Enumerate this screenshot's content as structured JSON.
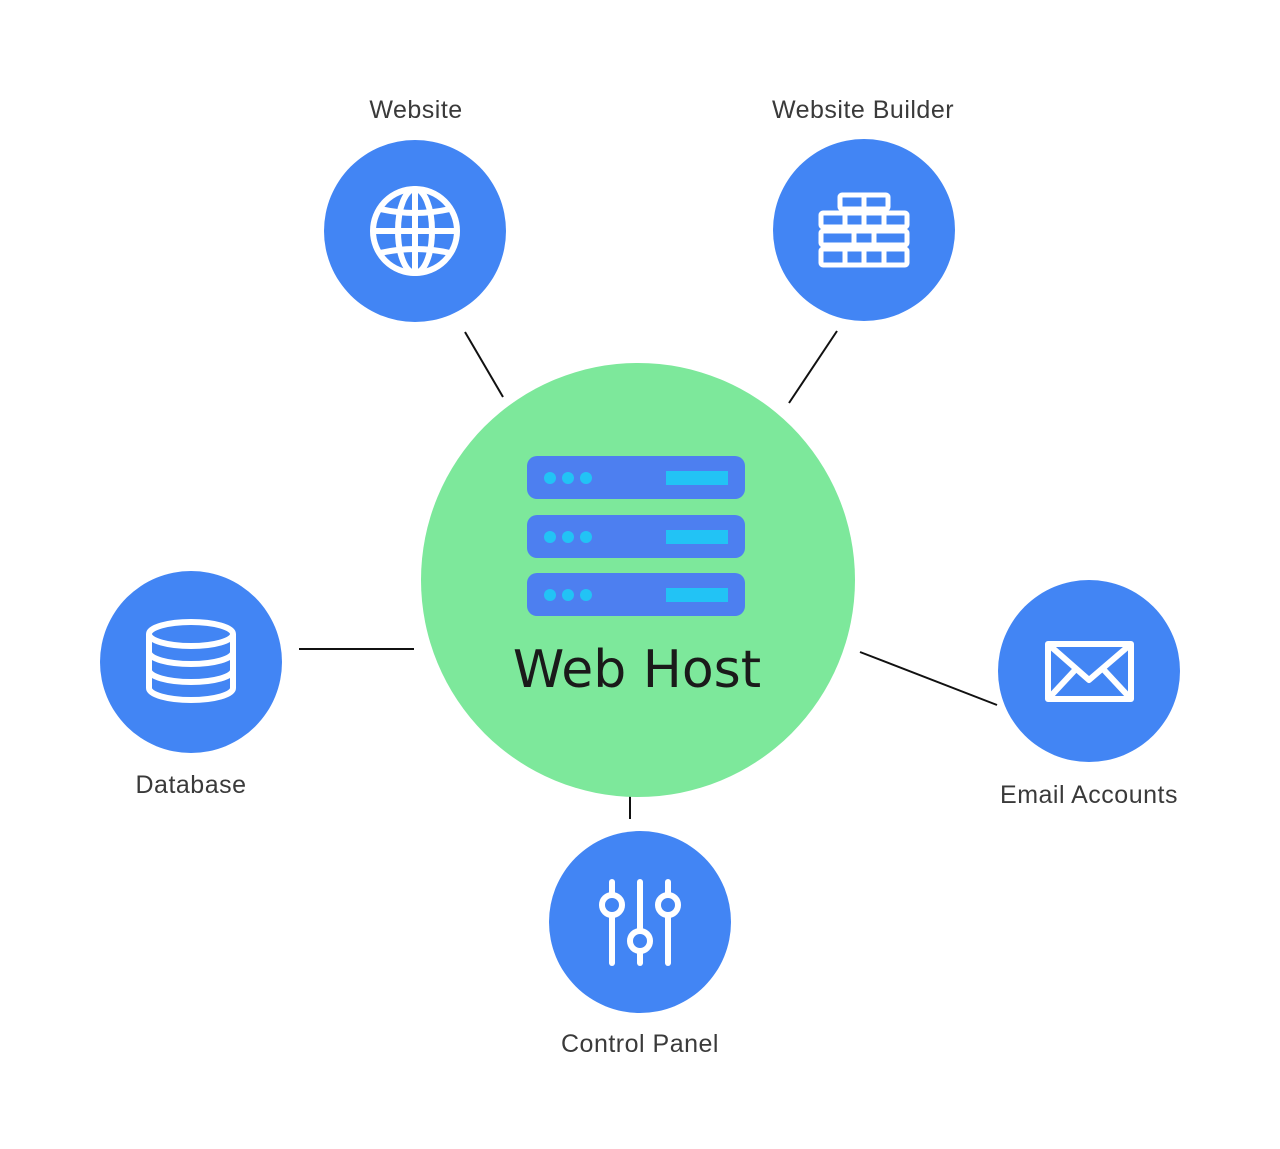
{
  "diagram": {
    "center": {
      "label": "Web Host",
      "icon": "server-rack-icon",
      "color": "#7de89b"
    },
    "node_color": "#4285f4",
    "server_bar_color": "#4d7ff0",
    "server_accent_color": "#22c3f5",
    "nodes": [
      {
        "id": "website",
        "label": "Website",
        "icon": "globe-icon"
      },
      {
        "id": "website-builder",
        "label": "Website Builder",
        "icon": "brick-wall-icon"
      },
      {
        "id": "database",
        "label": "Database",
        "icon": "database-icon"
      },
      {
        "id": "email-accounts",
        "label": "Email Accounts",
        "icon": "envelope-icon"
      },
      {
        "id": "control-panel",
        "label": "Control Panel",
        "icon": "sliders-icon"
      }
    ]
  }
}
